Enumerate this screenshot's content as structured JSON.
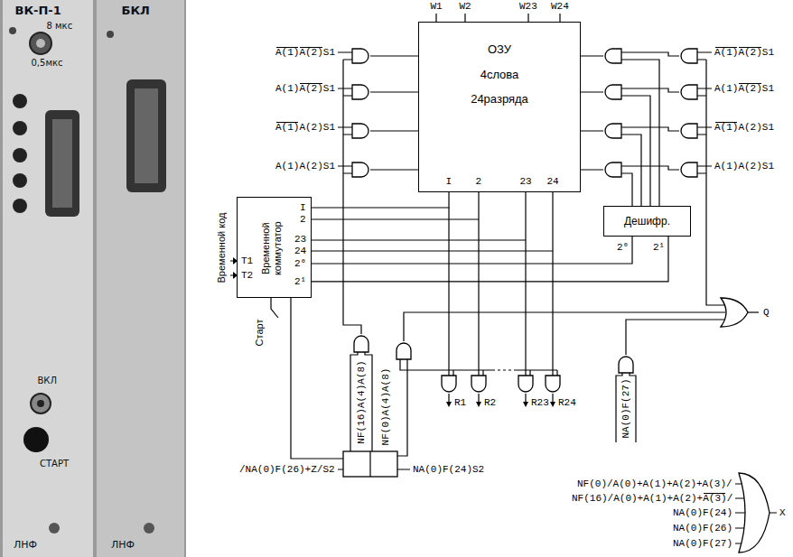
{
  "diagram": {
    "nodes": [
      {
        "text": [
          "ОЗУ",
          "4слова",
          "24разряда"
        ]
      },
      {
        "text": [
          "Дешифр."
        ]
      },
      {
        "text": [
          "Временной коммутатор"
        ]
      }
    ],
    "edges": [
      {
        "from": 0,
        "to": 2,
        "arrow": "none"
      },
      {
        "from": 2,
        "to": 1,
        "arrow": "none"
      }
    ],
    "labels": [
      "ВК-П-1",
      "БКЛ",
      "8 мкс",
      "0,5мкс",
      "ВКЛ",
      "СТАРТ",
      "ЛНФ",
      "ЛНФ",
      "W1",
      "W2",
      "W23",
      "W24",
      "A(1)A(2)S1",
      "A(1)A(2)S1",
      "A(1)A(2)S1",
      "A(1)A(2)S1",
      "A(1)A(2)S1",
      "A(1)A(2)S1",
      "A(1)A(2)S1",
      "A(1)A(2)S1",
      "I",
      "2",
      "23",
      "24",
      "2⁰",
      "2¹",
      "I",
      "2",
      "23",
      "24",
      "2⁰",
      "2¹",
      "T1",
      "T2",
      "Временной код",
      "Старт",
      "Q",
      "R1",
      "R2",
      "R23",
      "R24",
      "NF(16)A(4)A(8)",
      "NF(0)A(4)A(8)",
      "NA(0)F(27)",
      "/NA(0)F(26)+Z/S2",
      "NA(0)F(24)S2",
      "NF(0)/A(0)+A(1)+A(2)+A(3)/",
      "NF(16)/A(0)+A(1)+A(2)+A(3)/",
      "NA(0)F(24)",
      "NA(0)F(26)",
      "NA(0)F(27)",
      "X"
    ]
  }
}
